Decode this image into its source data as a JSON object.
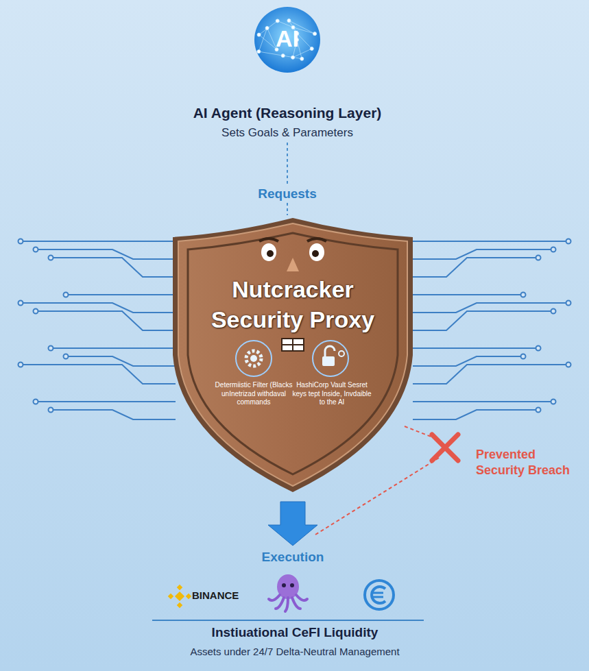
{
  "diagram": {
    "nodes": [
      {
        "text": [
          "AI",
          "AI Agent (Reasoning Layer)",
          "Sets Goals & Parameters"
        ]
      },
      {
        "text": [
          "Nutcracker Security Proxy",
          "Determiistic Filter (Blacks unInetrizad withdaval commands",
          "HashiCorp Vault Sesret keys tept Inside, Invdaible to the AI"
        ]
      },
      {
        "text": [
          "BINANCE",
          "Instiuational CeFI Liquidity",
          "Assets under 24/7 Delta-Neutral Management"
        ]
      }
    ],
    "edges": [
      {
        "from": 0,
        "to": 1,
        "arrow": "none",
        "label": "Requests"
      },
      {
        "from": 1,
        "to": 2,
        "arrow": "to",
        "label": "Execution"
      }
    ],
    "labels": [
      "Prevented Security Breach"
    ]
  }
}
